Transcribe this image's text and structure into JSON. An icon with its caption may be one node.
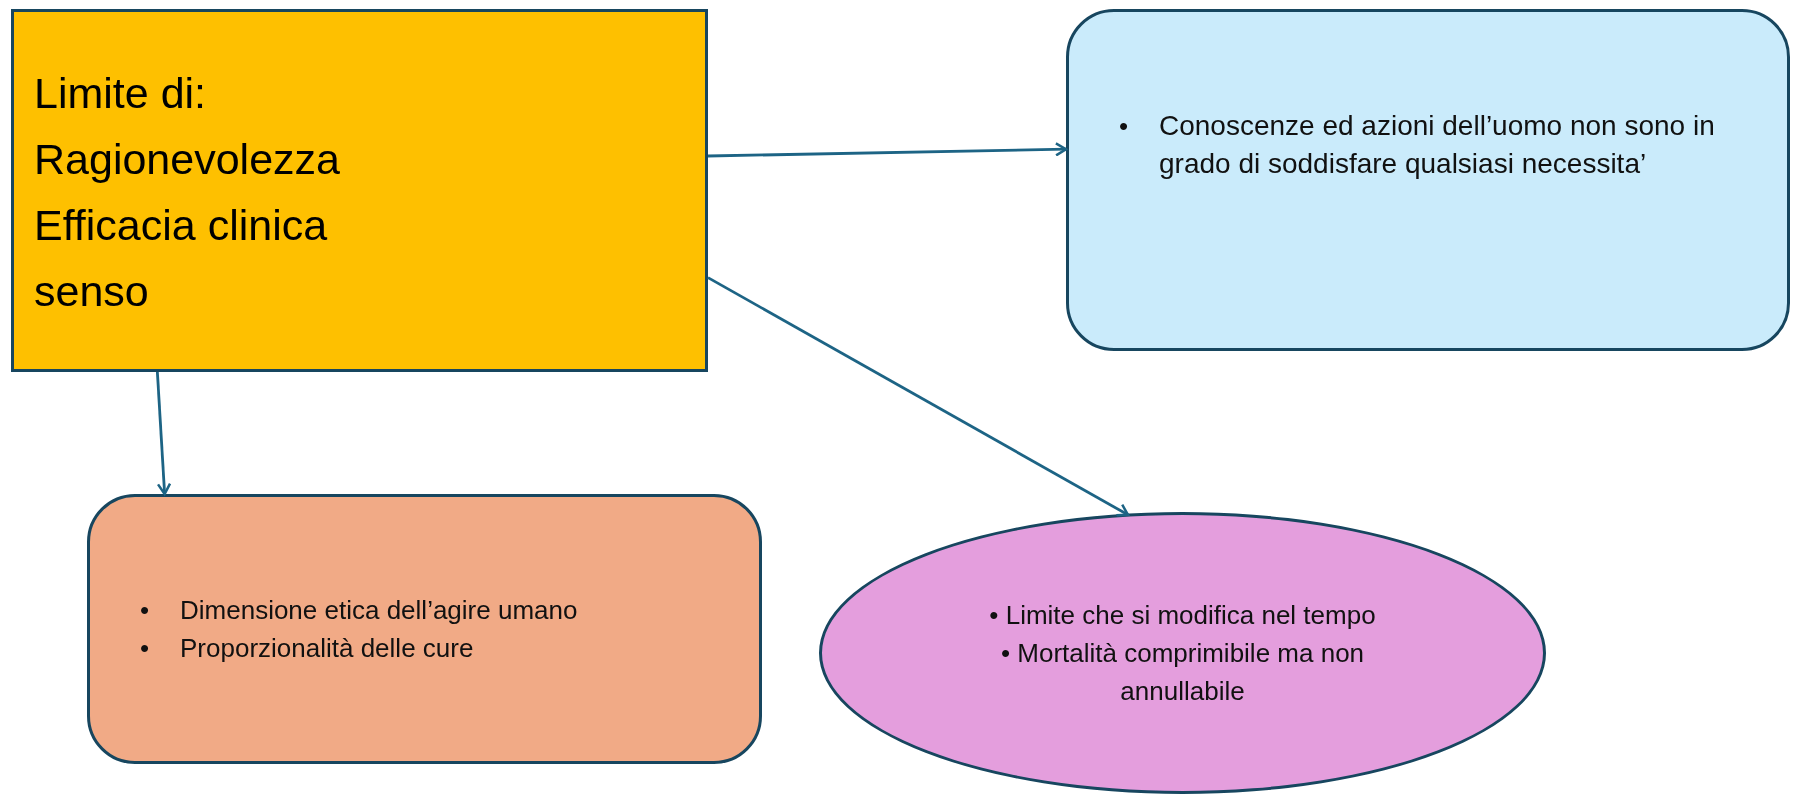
{
  "diagram": {
    "nodes": [
      {
        "text": [
          "Limite di:",
          "Ragionevolezza",
          "Efficacia clinica",
          "senso"
        ]
      },
      {
        "text": [
          "Conoscenze ed azioni dell’uomo non sono in grado di soddisfare qualsiasi necessita’"
        ]
      },
      {
        "text": [
          "Dimensione etica dell’agire umano",
          "Proporzionalità delle cure"
        ]
      },
      {
        "text": [
          "Limite che si modifica nel tempo",
          "Mortalità comprimibile ma non annullabile"
        ]
      }
    ],
    "edges": [
      {
        "from": 0,
        "to": 1,
        "arrow": "to"
      },
      {
        "from": 0,
        "to": 2,
        "arrow": "to"
      },
      {
        "from": 0,
        "to": 3,
        "arrow": "to"
      }
    ],
    "labels": [
      "•",
      "•",
      "•",
      "•",
      "•"
    ]
  }
}
